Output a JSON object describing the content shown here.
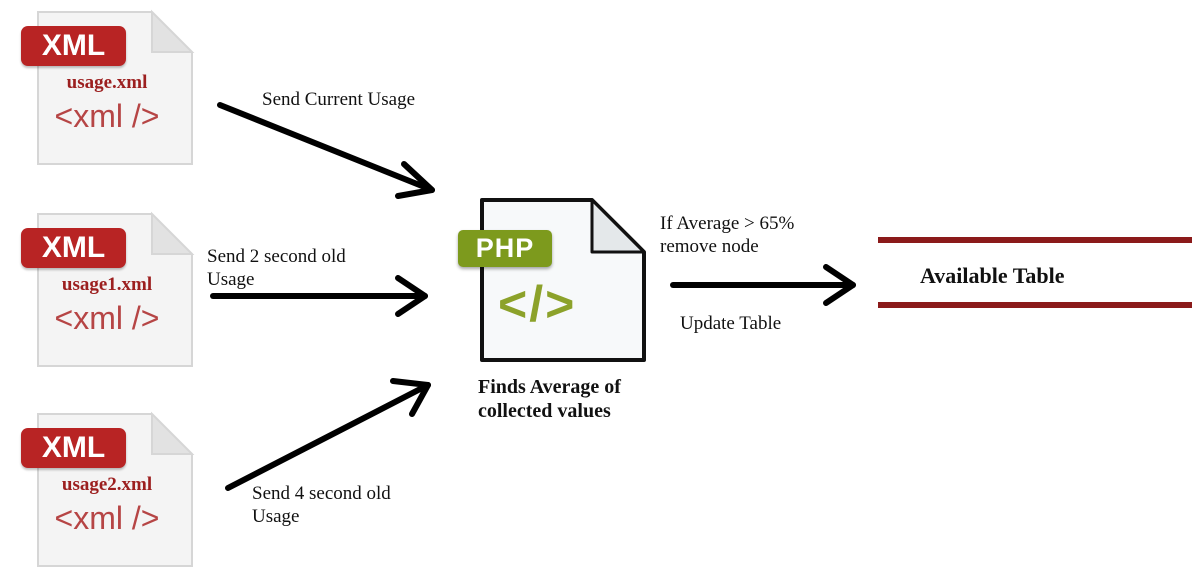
{
  "sources": [
    {
      "badge": "XML",
      "filename": "usage.xml",
      "tag": "<xml />",
      "arrow_label": "Send Current Usage"
    },
    {
      "badge": "XML",
      "filename": "usage1.xml",
      "tag": "<xml />",
      "arrow_label": "Send 2 second old Usage",
      "arrow_label_lines": [
        "Send 2 second old",
        "Usage"
      ]
    },
    {
      "badge": "XML",
      "filename": "usage2.xml",
      "tag": "<xml />",
      "arrow_label": "Send 4 second old Usage",
      "arrow_label_lines": [
        "Send 4 second old",
        "Usage"
      ]
    }
  ],
  "processor": {
    "badge": "PHP",
    "code_symbol": "</>",
    "caption": "Finds Average of collected values",
    "caption_lines": [
      "Finds Average of",
      "collected values"
    ]
  },
  "output_arrow": {
    "condition": "If Average > 65% remove node",
    "condition_lines": [
      "If Average > 65%",
      "remove node"
    ],
    "action": "Update Table"
  },
  "table": {
    "label": "Available Table",
    "line_color": "#8b1a1a"
  },
  "colors": {
    "xml_badge": "#b82424",
    "xml_text": "#9c1f1f",
    "php_badge": "#7d9a1d",
    "php_code": "#8ca22a",
    "arrow": "#000000"
  },
  "icons": [
    "xml-file-icon",
    "php-file-icon",
    "arrow-icon"
  ]
}
